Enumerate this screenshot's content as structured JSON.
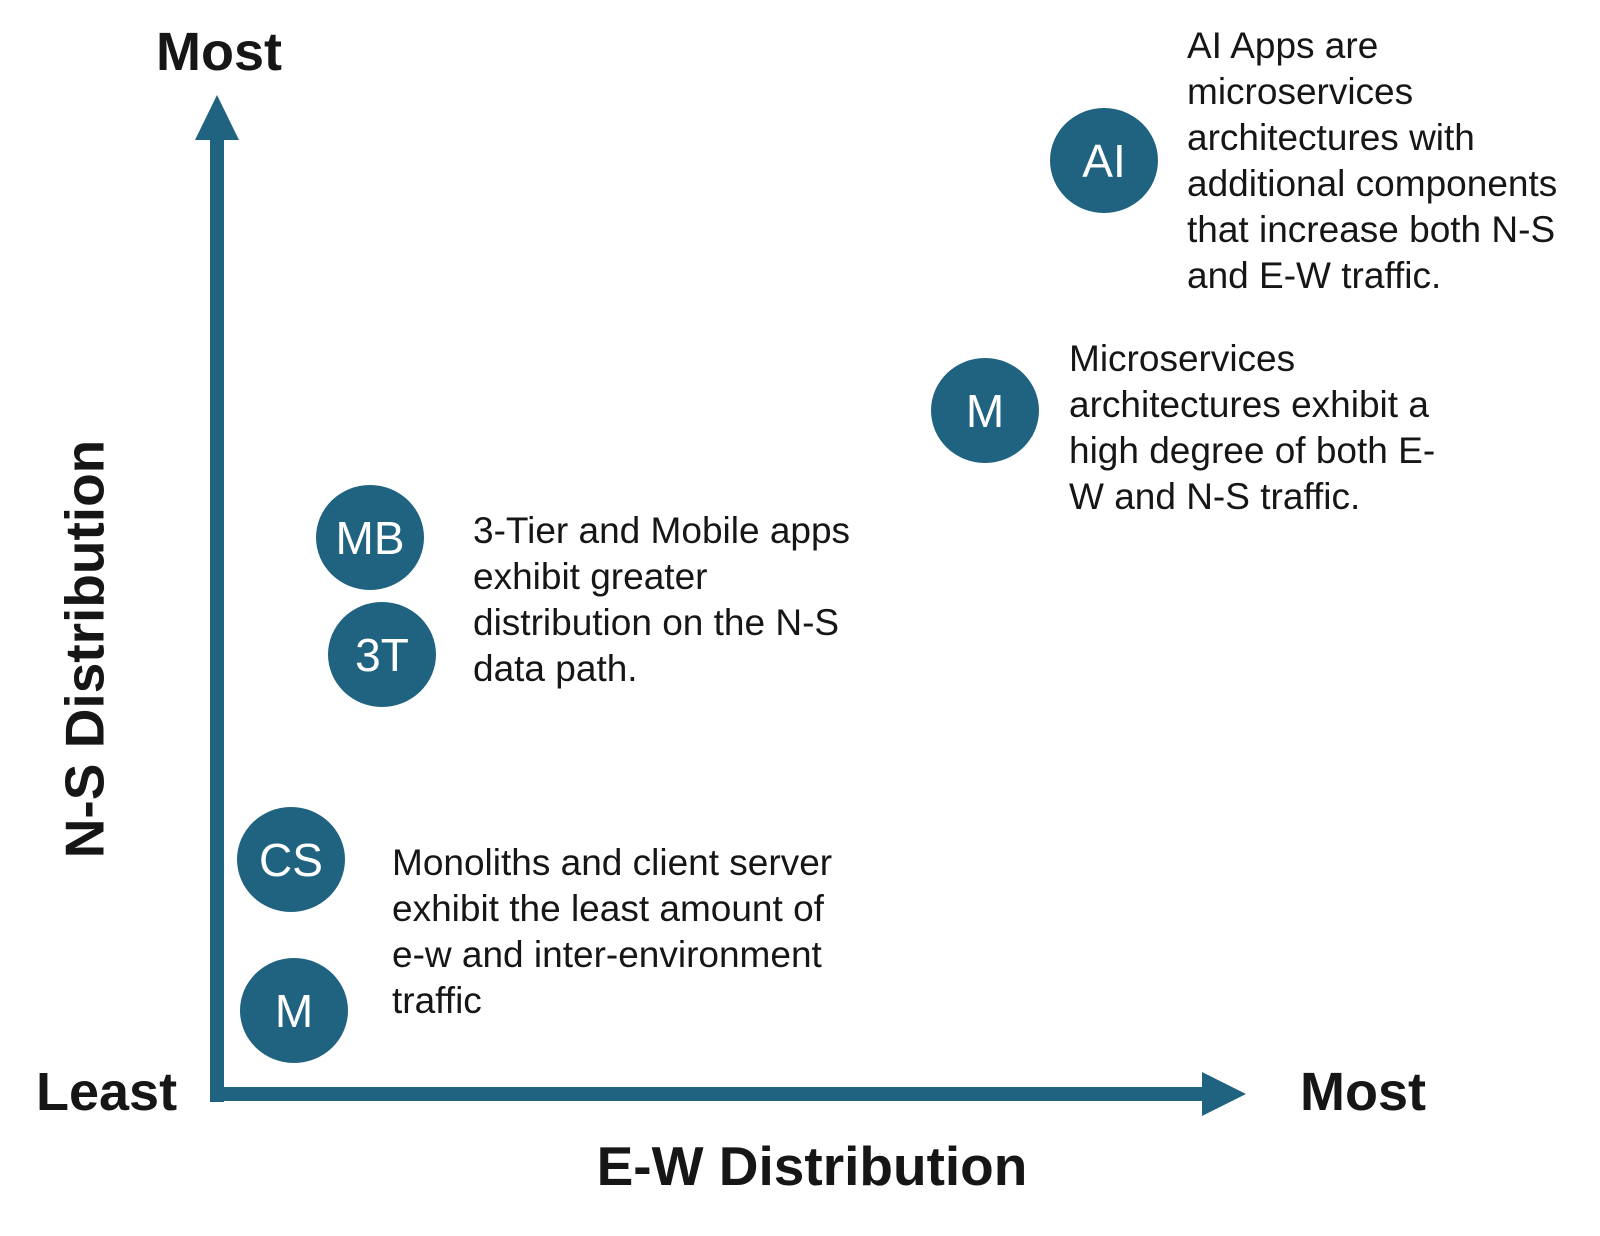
{
  "axes": {
    "y": {
      "title": "N-S Distribution",
      "top_label": "Most",
      "bottom_label": "Least"
    },
    "x": {
      "title": "E-W Distribution",
      "right_label": "Most"
    }
  },
  "nodes": [
    {
      "id": "ai",
      "label": "AI",
      "ew": "most",
      "ns": "most"
    },
    {
      "id": "m-upper",
      "label": "M",
      "ew": "high",
      "ns": "high"
    },
    {
      "id": "mb",
      "label": "MB",
      "ew": "low",
      "ns": "medium-high"
    },
    {
      "id": "3t",
      "label": "3T",
      "ew": "low",
      "ns": "medium"
    },
    {
      "id": "cs",
      "label": "CS",
      "ew": "least",
      "ns": "low"
    },
    {
      "id": "m-lower",
      "label": "M",
      "ew": "least",
      "ns": "least"
    }
  ],
  "annotations": [
    {
      "id": "ai-apps",
      "text": "AI Apps are\nmicroservices\narchitectures with\nadditional components\nthat increase both N-S\nand E-W traffic."
    },
    {
      "id": "microservices",
      "text": "Microservices\narchitectures exhibit a\nhigh degree of both E-\nW and N-S traffic."
    },
    {
      "id": "tier-mobile",
      "text": "3-Tier and Mobile apps\nexhibit greater\ndistribution on the N-S\ndata path."
    },
    {
      "id": "monolith-cs",
      "text": "Monoliths and client server\nexhibit the least amount of\ne-w and inter-environment\ntraffic"
    }
  ],
  "colors": {
    "accent": "#206380",
    "text": "#161616",
    "node_text": "#ffffff",
    "bg": "#ffffff"
  }
}
